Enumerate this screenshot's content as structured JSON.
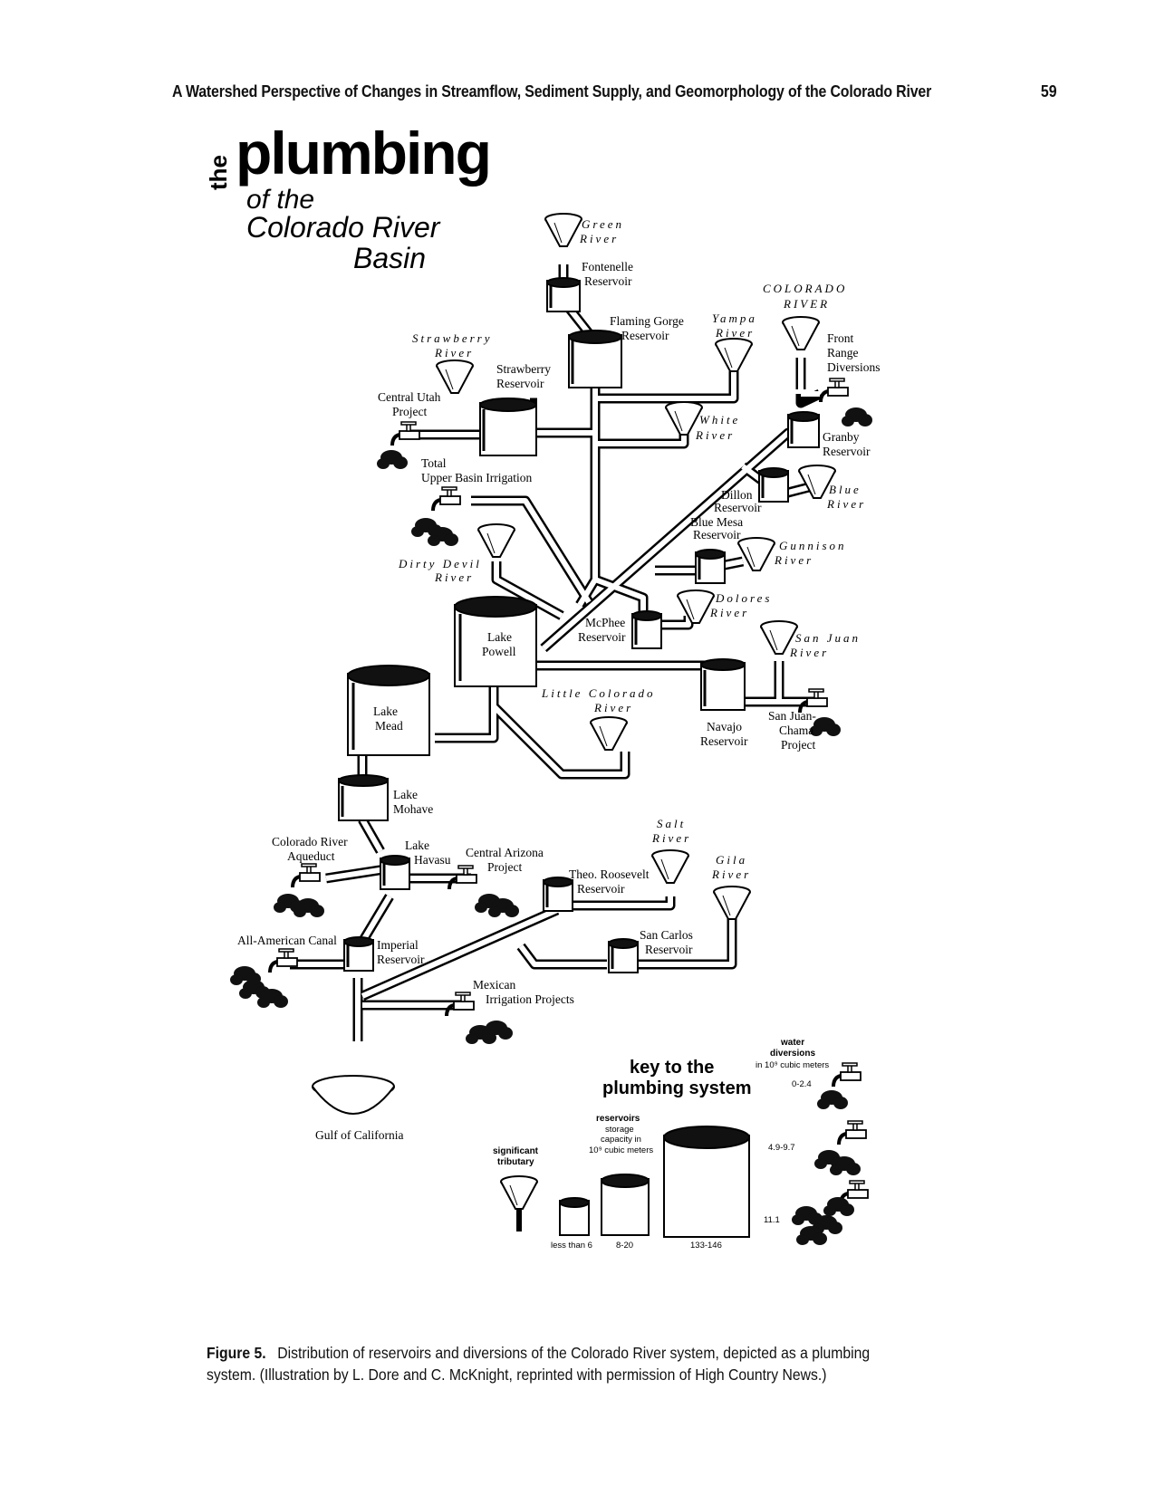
{
  "header": {
    "running_title": "A Watershed Perspective of Changes in Streamflow, Sediment Supply, and Geomorphology of the Colorado River",
    "page_number": "59"
  },
  "title": {
    "the": "the",
    "line1": "plumbing",
    "line2": "of the",
    "line3": "Colorado River",
    "line4": "Basin"
  },
  "labels": {
    "green_river": [
      "Green",
      "River"
    ],
    "fontenelle": [
      "Fontenelle",
      "Reservoir"
    ],
    "flaming_gorge": [
      "Flaming Gorge",
      "Reservoir"
    ],
    "yampa": [
      "Yampa",
      "River"
    ],
    "colorado_river": [
      "COLORADO",
      "RIVER"
    ],
    "front_range": [
      "Front",
      "Range",
      "Diversions"
    ],
    "strawberry_river": [
      "Strawberry",
      "River"
    ],
    "strawberry_res": [
      "Strawberry",
      "Reservoir"
    ],
    "central_utah": [
      "Central Utah",
      "Project"
    ],
    "white_river": [
      "White",
      "River"
    ],
    "granby": [
      "Granby",
      "Reservoir"
    ],
    "upper_basin": [
      "Total",
      "Upper Basin Irrigation"
    ],
    "dillon": [
      "Dillon",
      "Reservoir"
    ],
    "blue_river": [
      "Blue",
      "River"
    ],
    "blue_mesa": [
      "Blue Mesa",
      "Reservoir"
    ],
    "gunnison": [
      "Gunnison",
      "River"
    ],
    "dirty_devil": [
      "Dirty Devil",
      "River"
    ],
    "dolores": [
      "Dolores",
      "River"
    ],
    "mcphee": [
      "McPhee",
      "Reservoir"
    ],
    "lake_powell": [
      "Lake",
      "Powell"
    ],
    "san_juan": [
      "San Juan",
      "River"
    ],
    "little_colorado": [
      "Little Colorado",
      "River"
    ],
    "lake_mead": [
      "Lake",
      "Mead"
    ],
    "navajo": [
      "Navajo",
      "Reservoir"
    ],
    "san_juan_chama": [
      "San Juan-",
      "Chama",
      "Project"
    ],
    "lake_mohave": [
      "Lake",
      "Mohave"
    ],
    "salt_river": [
      "Salt",
      "River"
    ],
    "colorado_aqueduct": [
      "Colorado River",
      "Aqueduct"
    ],
    "lake_havasu": [
      "Lake",
      "Havasu"
    ],
    "central_arizona": [
      "Central Arizona",
      "Project"
    ],
    "gila_river": [
      "Gila",
      "River"
    ],
    "roosevelt": [
      "Theo. Roosevelt",
      "Reservoir"
    ],
    "all_american": [
      "All-American Canal"
    ],
    "imperial": [
      "Imperial",
      "Reservoir"
    ],
    "san_carlos": [
      "San Carlos",
      "Reservoir"
    ],
    "mexican": [
      "Mexican",
      "Irrigation Projects"
    ],
    "gulf": [
      "Gulf of California"
    ]
  },
  "key": {
    "title": [
      "key to the",
      "plumbing system"
    ],
    "reservoirs": [
      "reservoirs",
      "storage",
      "capacity in",
      "10⁹ cubic meters"
    ],
    "tributary": [
      "significant",
      "tributary"
    ],
    "res_sizes": [
      "less than 6",
      "8-20",
      "133-146"
    ],
    "diversions": [
      "water",
      "diversions",
      "in 10⁹ cubic meters"
    ],
    "div_sizes": [
      "0-2.4",
      "4.9-9.7",
      "11.1"
    ]
  },
  "caption": {
    "label": "Figure 5.",
    "text": "Distribution of reservoirs and diversions of the Colorado River system, depicted as a plumbing system. (Illustration by L. Dore and C. McKnight, reprinted with permission of High Country News.)"
  }
}
